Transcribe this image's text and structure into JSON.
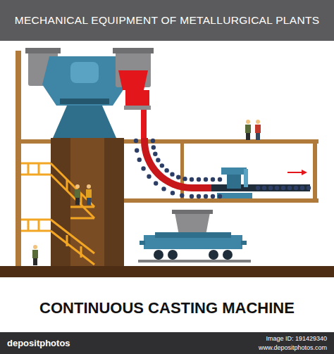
{
  "diagram": {
    "title": "MECHANICAL EQUIPMENT OF METALLURGICAL PLANTS",
    "caption": "CONTINUOUS CASTING MACHINE",
    "labels": [
      "depositphotos",
      "Image ID: 191429340",
      "www.depositphotos.com"
    ]
  }
}
